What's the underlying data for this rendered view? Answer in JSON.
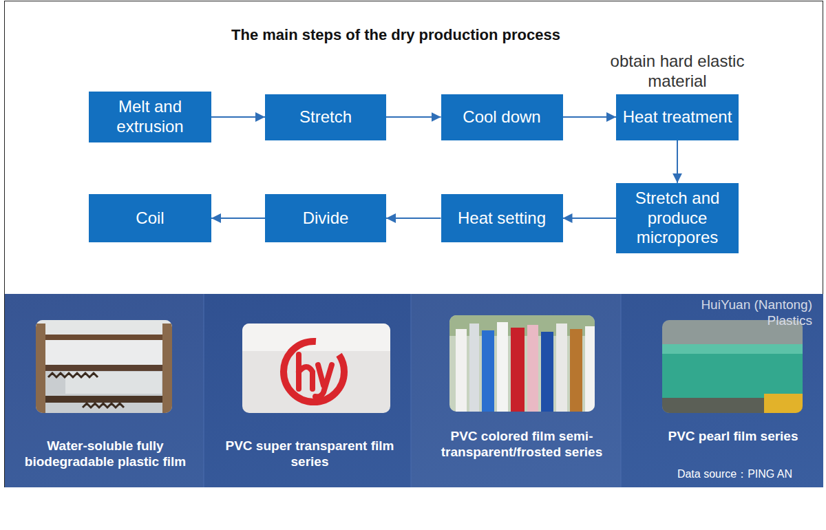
{
  "diagram": {
    "title": "The main steps of the dry production process",
    "nodes": [
      {
        "text": [
          "Melt and extrusion"
        ]
      },
      {
        "text": [
          "Stretch"
        ]
      },
      {
        "text": [
          "Cool down"
        ]
      },
      {
        "text": [
          "obtain hard elastic material",
          "Heat treatment"
        ]
      },
      {
        "text": [
          "Stretch and produce micropores"
        ]
      },
      {
        "text": [
          "Heat setting"
        ]
      },
      {
        "text": [
          "Divide"
        ]
      },
      {
        "text": [
          "Coil"
        ]
      }
    ],
    "edges": [
      {
        "from": 0,
        "to": 1,
        "arrow": "to"
      },
      {
        "from": 1,
        "to": 2,
        "arrow": "to"
      },
      {
        "from": 2,
        "to": 3,
        "arrow": "to"
      },
      {
        "from": 3,
        "to": 4,
        "arrow": "to"
      },
      {
        "from": 4,
        "to": 5,
        "arrow": "to"
      },
      {
        "from": 5,
        "to": 6,
        "arrow": "to"
      },
      {
        "from": 6,
        "to": 7,
        "arrow": "to"
      }
    ],
    "labels": [
      "HuiYuan (Nantong) Plastics",
      "Water-soluble fully biodegradable plastic film",
      "PVC super transparent film series",
      "PVC colored film semi-transparent/frosted series",
      "PVC pearl film series",
      "Data source：PING AN"
    ]
  }
}
